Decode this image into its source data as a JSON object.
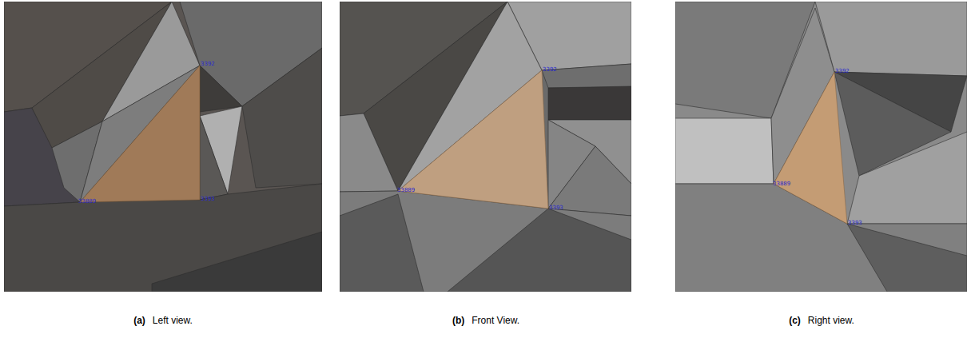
{
  "diagram": {
    "labels": [
      "3392",
      "3393",
      "33889",
      "3392",
      "3393",
      "33889",
      "3392",
      "3393",
      "33889",
      "(a)",
      "Left view.",
      "(b)",
      "Front View.",
      "(c)",
      "Right view."
    ]
  }
}
